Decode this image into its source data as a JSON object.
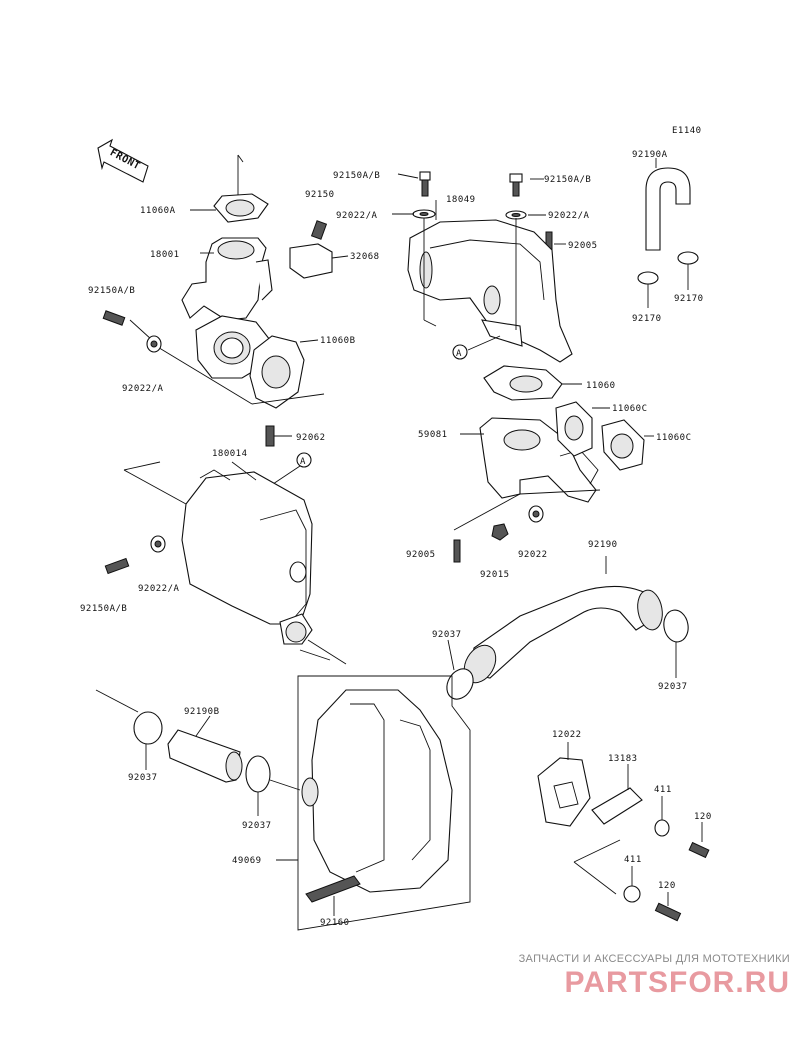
{
  "diagram": {
    "code": "E1140",
    "front_label": "FRONT",
    "ref_marker": "A",
    "labels": [
      {
        "id": "92190A",
        "text": "92190A"
      },
      {
        "id": "92150AB_top1",
        "text": "92150A/B"
      },
      {
        "id": "92150AB_top2",
        "text": "92150A/B"
      },
      {
        "id": "18049",
        "text": "18049"
      },
      {
        "id": "92022A_top1",
        "text": "92022/A"
      },
      {
        "id": "92022A_top2",
        "text": "92022/A"
      },
      {
        "id": "92005_top",
        "text": "92005"
      },
      {
        "id": "92150",
        "text": "92150"
      },
      {
        "id": "11060A",
        "text": "11060A"
      },
      {
        "id": "18001",
        "text": "18001"
      },
      {
        "id": "32068",
        "text": "32068"
      },
      {
        "id": "92170_a",
        "text": "92170"
      },
      {
        "id": "92170_b",
        "text": "92170"
      },
      {
        "id": "92150AB_left",
        "text": "92150A/B"
      },
      {
        "id": "11060B",
        "text": "11060B"
      },
      {
        "id": "92022A_left",
        "text": "92022/A"
      },
      {
        "id": "11060",
        "text": "11060"
      },
      {
        "id": "11060C_a",
        "text": "11060C"
      },
      {
        "id": "11060C_b",
        "text": "11060C"
      },
      {
        "id": "59081",
        "text": "59081"
      },
      {
        "id": "92062",
        "text": "92062"
      },
      {
        "id": "180014",
        "text": "180014"
      },
      {
        "id": "92022A_mid",
        "text": "92022/A"
      },
      {
        "id": "92150AB_mid",
        "text": "92150A/B"
      },
      {
        "id": "92005_mid",
        "text": "92005"
      },
      {
        "id": "92015",
        "text": "92015"
      },
      {
        "id": "92022",
        "text": "92022"
      },
      {
        "id": "92190",
        "text": "92190"
      },
      {
        "id": "92037_a",
        "text": "92037"
      },
      {
        "id": "92037_b",
        "text": "92037"
      },
      {
        "id": "92190B",
        "text": "92190B"
      },
      {
        "id": "92037_c",
        "text": "92037"
      },
      {
        "id": "92037_d",
        "text": "92037"
      },
      {
        "id": "49069",
        "text": "49069"
      },
      {
        "id": "92160",
        "text": "92160"
      },
      {
        "id": "12022",
        "text": "12022"
      },
      {
        "id": "13183",
        "text": "13183"
      },
      {
        "id": "411_a",
        "text": "411"
      },
      {
        "id": "411_b",
        "text": "411"
      },
      {
        "id": "120_a",
        "text": "120"
      },
      {
        "id": "120_b",
        "text": "120"
      }
    ]
  },
  "watermark": {
    "tagline": "ЗАПЧАСТИ И АКСЕССУАРЫ ДЛЯ МОТОТЕХНИКИ",
    "logo": "PARTSFOR.RU"
  }
}
